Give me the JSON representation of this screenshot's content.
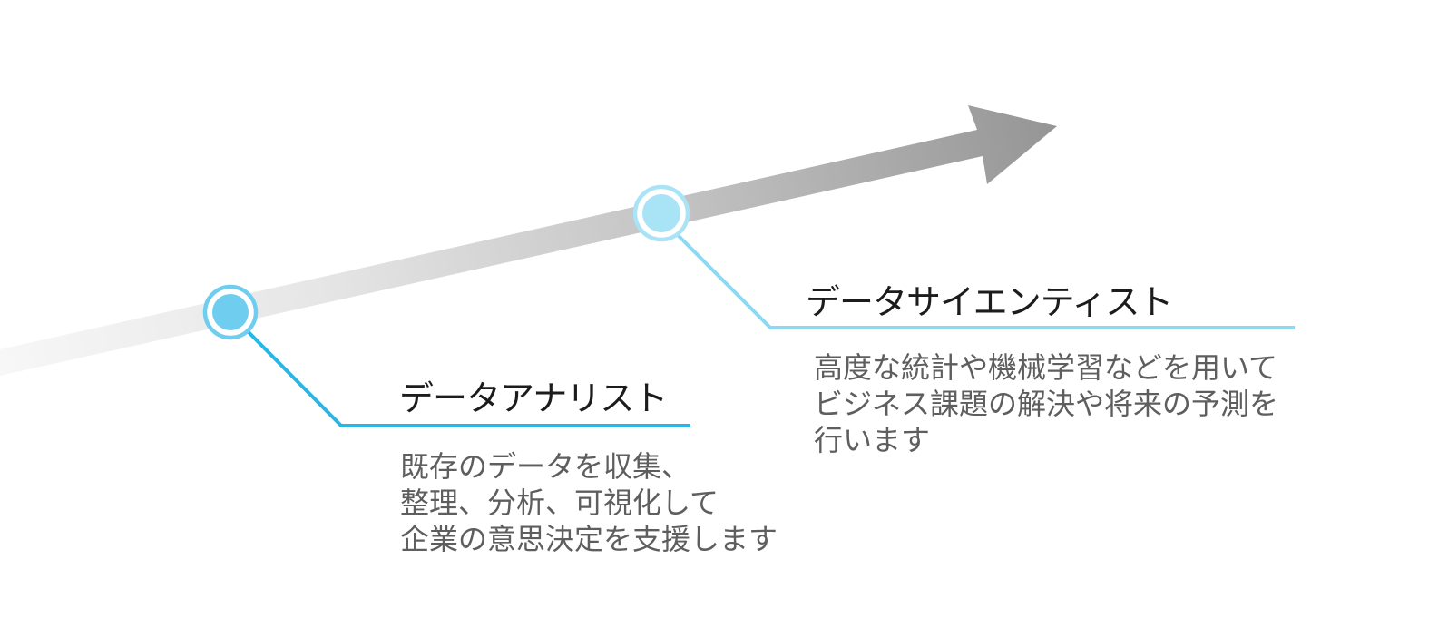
{
  "colors": {
    "arrow_start": "#f7f7f7",
    "arrow_end": "#959595",
    "analyst_accent": "#29b6e6",
    "analyst_dot": "#6fcdef",
    "scientist_accent": "#8fd8f1",
    "scientist_dot": "#a9e3f6",
    "title_text": "#1c1c1c",
    "desc_text": "#5e5e5e"
  },
  "roles": [
    {
      "title": "データアナリスト",
      "description": [
        "既存のデータを収集、",
        "整理、分析、可視化して",
        "企業の意思決定を支援します"
      ]
    },
    {
      "title": "データサイエンティスト",
      "description": [
        "高度な統計や機械学習などを用いて",
        "ビジネス課題の解決や将来の予測を",
        "行います"
      ]
    }
  ]
}
